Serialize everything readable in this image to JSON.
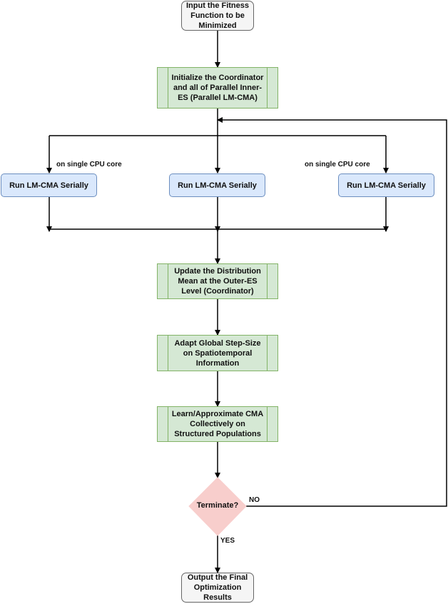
{
  "nodes": {
    "input": "Input the Fitness Function to be Minimized",
    "initialize": "Initialize the Coordinator and all of Parallel Inner-ES (Parallel LM-CMA)",
    "run_left": "Run LM-CMA Serially",
    "run_middle": "Run LM-CMA Serially",
    "run_right": "Run LM-CMA Serially",
    "update": "Update the Distribution Mean at the Outer-ES Level (Coordinator)",
    "adapt": "Adapt Global Step-Size on Spatiotemporal Information",
    "learn": "Learn/Approximate CMA Collectively on Structured Populations",
    "terminate": "Terminate?",
    "output": "Output the Final Optimization Results"
  },
  "edge_labels": {
    "left_core": "on single CPU core",
    "right_core": "on single CPU core",
    "no": "NO",
    "yes": "YES"
  },
  "colors": {
    "terminal_fill": "#f5f5f5",
    "process_fill": "#d5e8d4",
    "parallel_fill": "#dae8fc",
    "decision_fill": "#f8cecc"
  }
}
